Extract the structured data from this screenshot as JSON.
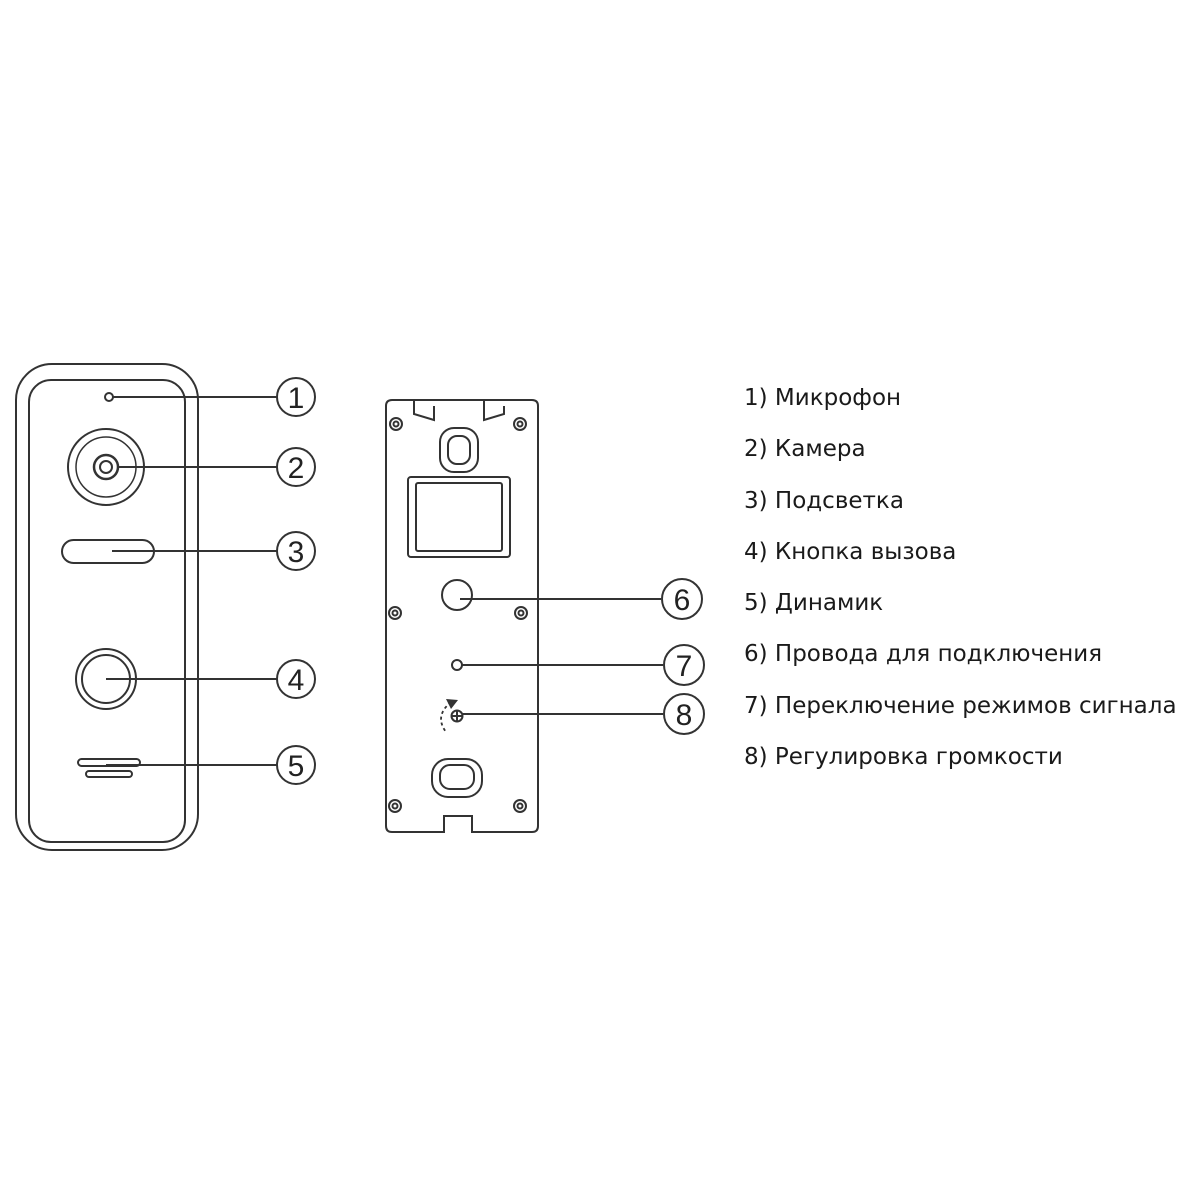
{
  "callouts": [
    "1",
    "2",
    "3",
    "4",
    "5",
    "6",
    "7",
    "8"
  ],
  "legend": [
    "1) Микрофон",
    "2) Камера",
    "3) Подсветка",
    "4) Кнопка вызова",
    "5) Динамик",
    "6) Провода для подключения",
    "7) Переключение режимов сигнала",
    "8) Регулировка громкости"
  ],
  "colors": {
    "line": "#333333",
    "text": "#1a1a1a",
    "background": "#ffffff"
  }
}
